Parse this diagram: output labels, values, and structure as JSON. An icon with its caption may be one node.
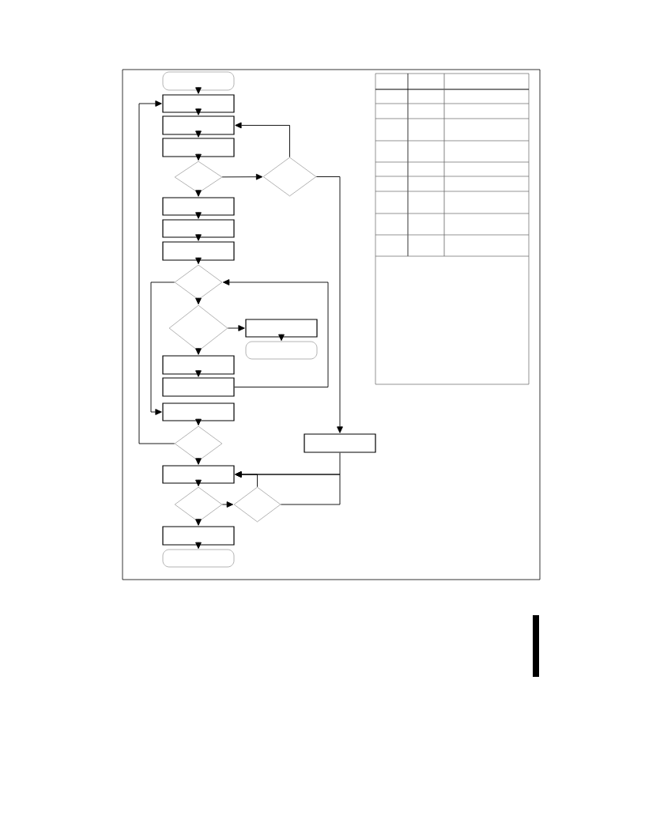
{
  "diagram": {
    "nodes": [
      {
        "text": [],
        "shape": "pill"
      },
      {
        "text": [],
        "shape": "box"
      },
      {
        "text": [],
        "shape": "box"
      },
      {
        "text": [],
        "shape": "box"
      },
      {
        "text": [],
        "shape": "diamond"
      },
      {
        "text": [],
        "shape": "diamond"
      },
      {
        "text": [],
        "shape": "box"
      },
      {
        "text": [],
        "shape": "box"
      },
      {
        "text": [],
        "shape": "box"
      },
      {
        "text": [],
        "shape": "diamond"
      },
      {
        "text": [],
        "shape": "diamond"
      },
      {
        "text": [],
        "shape": "box"
      },
      {
        "text": [],
        "shape": "pill"
      },
      {
        "text": [],
        "shape": "box"
      },
      {
        "text": [],
        "shape": "box"
      },
      {
        "text": [],
        "shape": "box"
      },
      {
        "text": [],
        "shape": "diamond"
      },
      {
        "text": [],
        "shape": "box"
      },
      {
        "text": [],
        "shape": "box"
      },
      {
        "text": [],
        "shape": "diamond"
      },
      {
        "text": [],
        "shape": "diamond"
      },
      {
        "text": [],
        "shape": "box"
      },
      {
        "text": [],
        "shape": "pill"
      }
    ],
    "edges": [
      {
        "from": 0,
        "to": 1,
        "arrow": "to"
      },
      {
        "from": 1,
        "to": 2,
        "arrow": "to"
      },
      {
        "from": 2,
        "to": 3,
        "arrow": "to"
      },
      {
        "from": 3,
        "to": 4,
        "arrow": "to"
      },
      {
        "from": 4,
        "to": 5,
        "arrow": "to"
      },
      {
        "from": 4,
        "to": 6,
        "arrow": "to"
      },
      {
        "from": 5,
        "to": 2,
        "arrow": "to"
      },
      {
        "from": 5,
        "to": 17,
        "arrow": "to"
      },
      {
        "from": 6,
        "to": 7,
        "arrow": "to"
      },
      {
        "from": 7,
        "to": 8,
        "arrow": "to"
      },
      {
        "from": 8,
        "to": 9,
        "arrow": "to"
      },
      {
        "from": 9,
        "to": 10,
        "arrow": "to"
      },
      {
        "from": 9,
        "to": 15,
        "arrow": "to"
      },
      {
        "from": 10,
        "to": 11,
        "arrow": "to"
      },
      {
        "from": 11,
        "to": 12,
        "arrow": "to"
      },
      {
        "from": 10,
        "to": 13,
        "arrow": "to"
      },
      {
        "from": 13,
        "to": 14,
        "arrow": "to"
      },
      {
        "from": 14,
        "to": 9,
        "arrow": "to"
      },
      {
        "from": 15,
        "to": 16,
        "arrow": "to"
      },
      {
        "from": 16,
        "to": 1,
        "arrow": "to"
      },
      {
        "from": 16,
        "to": 18,
        "arrow": "to"
      },
      {
        "from": 17,
        "to": 18,
        "arrow": "to"
      },
      {
        "from": 18,
        "to": 19,
        "arrow": "to"
      },
      {
        "from": 19,
        "to": 20,
        "arrow": "to"
      },
      {
        "from": 19,
        "to": 21,
        "arrow": "to"
      },
      {
        "from": 20,
        "to": 18,
        "arrow": "to"
      },
      {
        "from": 20,
        "to": 18,
        "arrow": "to"
      },
      {
        "from": 21,
        "to": 22,
        "arrow": "to"
      }
    ]
  }
}
